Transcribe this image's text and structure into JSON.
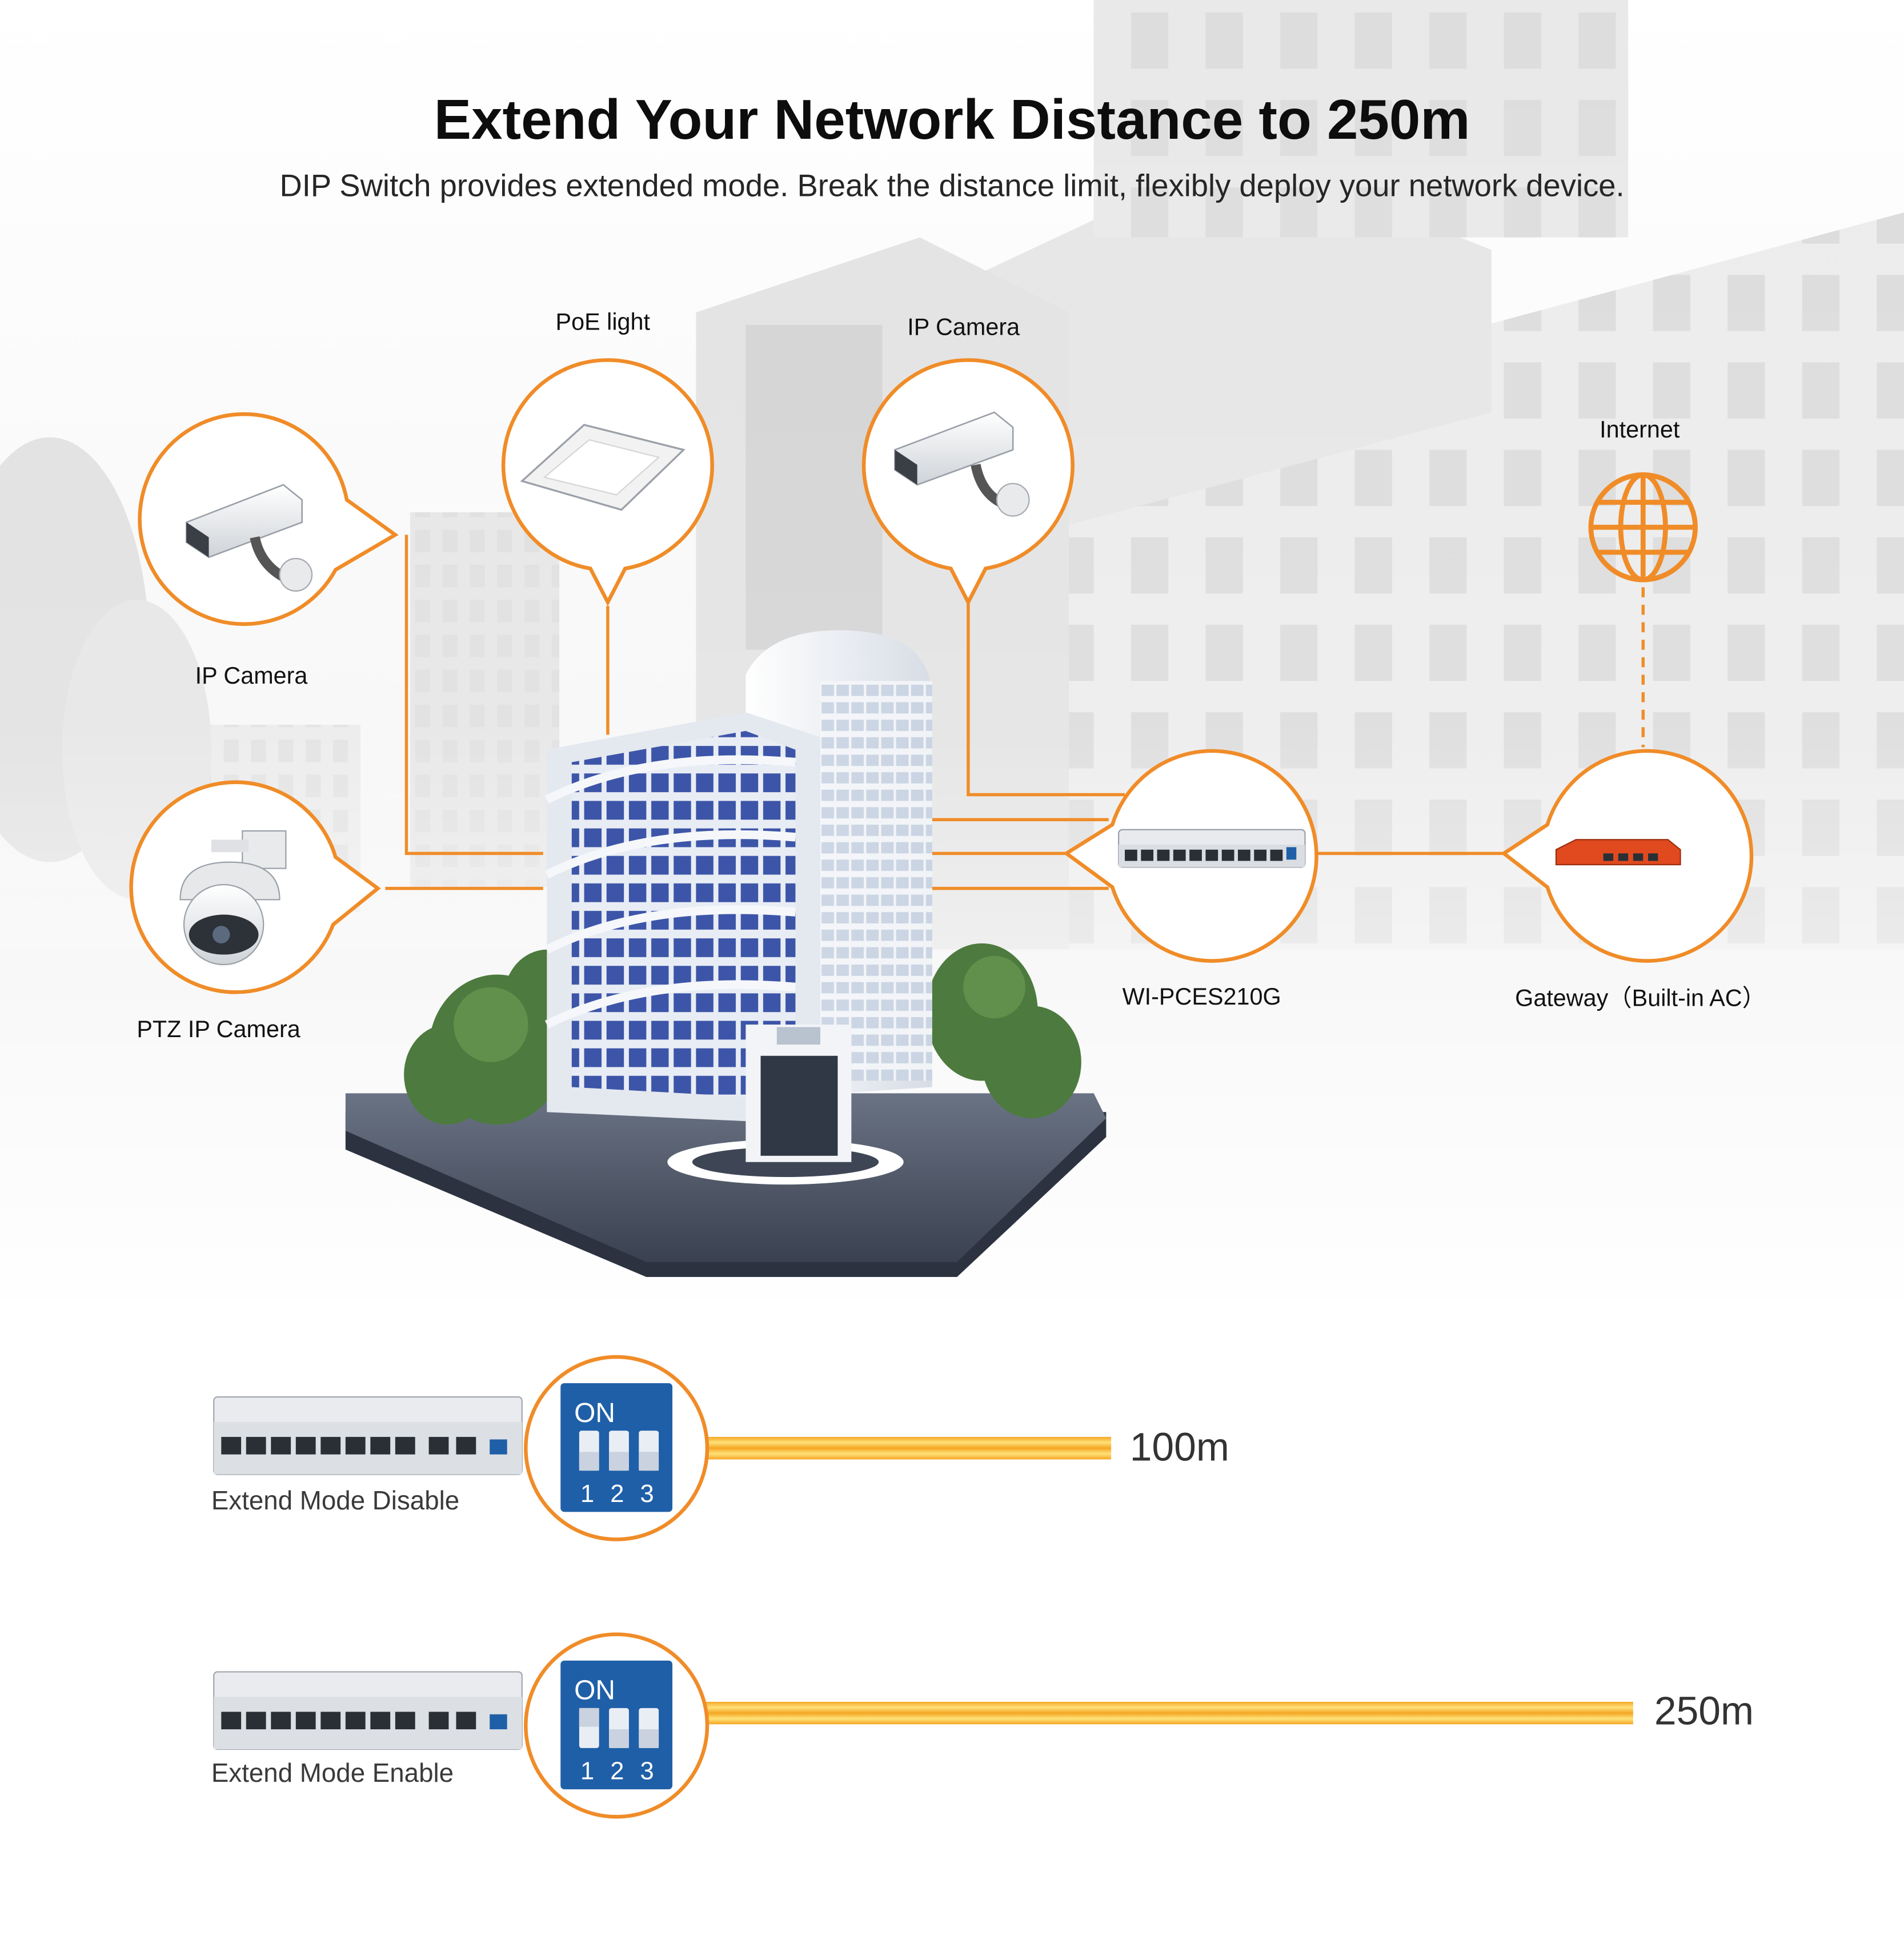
{
  "title": "Extend Your Network Distance to 250m",
  "subtitle": "DIP Switch provides extended mode. Break the distance limit, flexibly deploy your network device.",
  "devices": {
    "ip_camera_left": "IP Camera",
    "poe_light": "PoE light",
    "ip_camera_top": "IP Camera",
    "internet": "Internet",
    "ptz_camera": "PTZ IP Camera",
    "switch": "WI-PCES210G",
    "gateway": "Gateway（Built-in AC）"
  },
  "modes": [
    {
      "label": "Extend Mode Disable",
      "distance": "100m"
    },
    {
      "label": "Extend Mode Enable",
      "distance": "250m"
    }
  ],
  "dip": {
    "on_label": "ON",
    "positions": [
      "1",
      "2",
      "3"
    ]
  },
  "colors": {
    "accent": "#f08c28",
    "cable": "#f5b400",
    "dip_blue": "#1f5fa8",
    "gateway_red": "#e04a1e"
  }
}
